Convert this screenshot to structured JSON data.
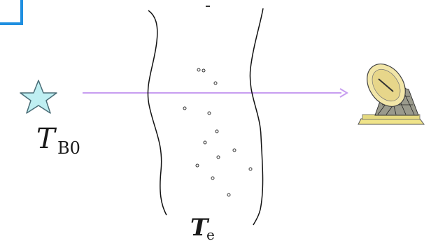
{
  "source_label": {
    "main": "T",
    "sub": "B0"
  },
  "medium_label": {
    "main": "T",
    "sub": "e"
  },
  "colors": {
    "corner_frame": "#1f8fe0",
    "star_fill": "#bfeff2",
    "star_stroke": "#4a6d77",
    "ray": "#c79df0",
    "cloud_edges": "#111111",
    "telescope_body": "#8a8a7a",
    "telescope_dish": "#f2e6a8",
    "telescope_base": "#f0e48a"
  },
  "icons": [
    "star-icon",
    "radio-telescope-icon"
  ]
}
